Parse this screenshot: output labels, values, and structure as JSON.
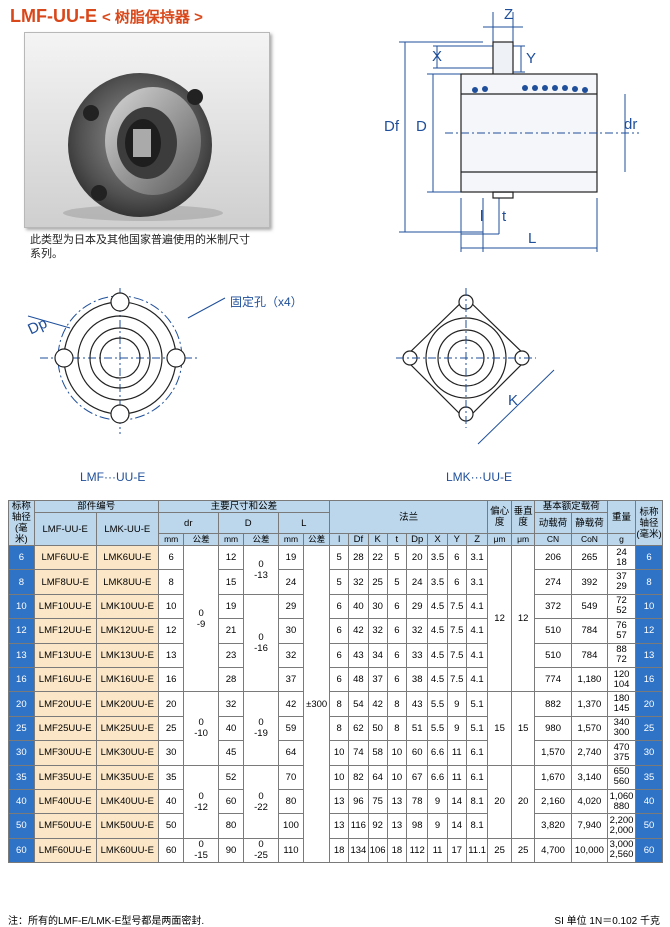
{
  "title": {
    "main": "LMF-UU-E",
    "sub": "< 树脂保持器 >"
  },
  "caption": "此类型为日本及其他国家普遍使用的米制尺寸系列。",
  "drawing": {
    "dims": {
      "z": "Z",
      "x": "X",
      "y": "Y",
      "df": "Df",
      "d": "D",
      "dr": "dr",
      "l": "l",
      "t": "t",
      "L": "L",
      "dp": "Dp",
      "k": "K"
    },
    "hole_label": "固定孔（x4）",
    "lmf_label": "LMF···UU-E",
    "lmk_label": "LMK···UU-E"
  },
  "table": {
    "headers": {
      "shaft": "标称轴径(毫米)",
      "part_no": "部件编号",
      "lmf": "LMF-UU-E",
      "lmk": "LMK-UU-E",
      "main_dims": "主要尺寸和公差",
      "dr": "dr",
      "D": "D",
      "L": "L",
      "tol": "公差",
      "um": "μm",
      "mm": "mm",
      "flange": "法兰",
      "l": "l",
      "Df": "Df",
      "K": "K",
      "t": "t",
      "Dp": "Dp",
      "X": "X",
      "Y": "Y",
      "Z": "Z",
      "ecc": "偏心度",
      "perp": "垂直度",
      "load": "基本额定载荷",
      "dyn": "动载荷",
      "cn": "CN",
      "stat": "静载荷",
      "con": "CoN",
      "weight": "重量",
      "g": "g",
      "shaft_r": "标称轴径(毫米)"
    },
    "rows": [
      {
        "shaft": "6",
        "lmf": "LMF6UU-E",
        "lmk": "LMK6UU-E",
        "dr": "6",
        "D": "12",
        "L": "19",
        "l": "5",
        "Df": "28",
        "K": "22",
        "t": "5",
        "Dp": "20",
        "X": "3.5",
        "Y": "6",
        "Z": "3.1",
        "cn": "206",
        "con": "265",
        "w1": "24",
        "w2": "18"
      },
      {
        "shaft": "8",
        "lmf": "LMF8UU-E",
        "lmk": "LMK8UU-E",
        "dr": "8",
        "D": "15",
        "L": "24",
        "l": "5",
        "Df": "32",
        "K": "25",
        "t": "5",
        "Dp": "24",
        "X": "3.5",
        "Y": "6",
        "Z": "3.1",
        "cn": "274",
        "con": "392",
        "w1": "37",
        "w2": "29"
      },
      {
        "shaft": "10",
        "lmf": "LMF10UU-E",
        "lmk": "LMK10UU-E",
        "dr": "10",
        "D": "19",
        "L": "29",
        "l": "6",
        "Df": "40",
        "K": "30",
        "t": "6",
        "Dp": "29",
        "X": "4.5",
        "Y": "7.5",
        "Z": "4.1",
        "cn": "372",
        "con": "549",
        "w1": "72",
        "w2": "52"
      },
      {
        "shaft": "12",
        "lmf": "LMF12UU-E",
        "lmk": "LMK12UU-E",
        "dr": "12",
        "D": "21",
        "L": "30",
        "l": "6",
        "Df": "42",
        "K": "32",
        "t": "6",
        "Dp": "32",
        "X": "4.5",
        "Y": "7.5",
        "Z": "4.1",
        "cn": "510",
        "con": "784",
        "w1": "76",
        "w2": "57"
      },
      {
        "shaft": "13",
        "lmf": "LMF13UU-E",
        "lmk": "LMK13UU-E",
        "dr": "13",
        "D": "23",
        "L": "32",
        "l": "6",
        "Df": "43",
        "K": "34",
        "t": "6",
        "Dp": "33",
        "X": "4.5",
        "Y": "7.5",
        "Z": "4.1",
        "cn": "510",
        "con": "784",
        "w1": "88",
        "w2": "72"
      },
      {
        "shaft": "16",
        "lmf": "LMF16UU-E",
        "lmk": "LMK16UU-E",
        "dr": "16",
        "D": "28",
        "L": "37",
        "l": "6",
        "Df": "48",
        "K": "37",
        "t": "6",
        "Dp": "38",
        "X": "4.5",
        "Y": "7.5",
        "Z": "4.1",
        "cn": "774",
        "con": "1,180",
        "w1": "120",
        "w2": "104"
      },
      {
        "shaft": "20",
        "lmf": "LMF20UU-E",
        "lmk": "LMK20UU-E",
        "dr": "20",
        "D": "32",
        "L": "42",
        "l": "8",
        "Df": "54",
        "K": "42",
        "t": "8",
        "Dp": "43",
        "X": "5.5",
        "Y": "9",
        "Z": "5.1",
        "cn": "882",
        "con": "1,370",
        "w1": "180",
        "w2": "145"
      },
      {
        "shaft": "25",
        "lmf": "LMF25UU-E",
        "lmk": "LMK25UU-E",
        "dr": "25",
        "D": "40",
        "L": "59",
        "l": "8",
        "Df": "62",
        "K": "50",
        "t": "8",
        "Dp": "51",
        "X": "5.5",
        "Y": "9",
        "Z": "5.1",
        "cn": "980",
        "con": "1,570",
        "w1": "340",
        "w2": "300"
      },
      {
        "shaft": "30",
        "lmf": "LMF30UU-E",
        "lmk": "LMK30UU-E",
        "dr": "30",
        "D": "45",
        "L": "64",
        "l": "10",
        "Df": "74",
        "K": "58",
        "t": "10",
        "Dp": "60",
        "X": "6.6",
        "Y": "11",
        "Z": "6.1",
        "cn": "1,570",
        "con": "2,740",
        "w1": "470",
        "w2": "375"
      },
      {
        "shaft": "35",
        "lmf": "LMF35UU-E",
        "lmk": "LMK35UU-E",
        "dr": "35",
        "D": "52",
        "L": "70",
        "l": "10",
        "Df": "82",
        "K": "64",
        "t": "10",
        "Dp": "67",
        "X": "6.6",
        "Y": "11",
        "Z": "6.1",
        "cn": "1,670",
        "con": "3,140",
        "w1": "650",
        "w2": "560"
      },
      {
        "shaft": "40",
        "lmf": "LMF40UU-E",
        "lmk": "LMK40UU-E",
        "dr": "40",
        "D": "60",
        "L": "80",
        "l": "13",
        "Df": "96",
        "K": "75",
        "t": "13",
        "Dp": "78",
        "X": "9",
        "Y": "14",
        "Z": "8.1",
        "cn": "2,160",
        "con": "4,020",
        "w1": "1,060",
        "w2": "880"
      },
      {
        "shaft": "50",
        "lmf": "LMF50UU-E",
        "lmk": "LMK50UU-E",
        "dr": "50",
        "D": "80",
        "L": "100",
        "l": "13",
        "Df": "116",
        "K": "92",
        "t": "13",
        "Dp": "98",
        "X": "9",
        "Y": "14",
        "Z": "8.1",
        "cn": "3,820",
        "con": "7,940",
        "w1": "2,200",
        "w2": "2,000"
      },
      {
        "shaft": "60",
        "lmf": "LMF60UU-E",
        "lmk": "LMK60UU-E",
        "dr": "60",
        "D": "90",
        "L": "110",
        "l": "18",
        "Df": "134",
        "K": "106",
        "t": "18",
        "Dp": "112",
        "X": "11",
        "Y": "17",
        "Z": "11.1",
        "cn": "4,700",
        "con": "10,000",
        "w1": "3,000",
        "w2": "2,560"
      }
    ],
    "groups": {
      "dr_tol_a1": "0",
      "dr_tol_a2": "-9",
      "dr_tol_b1": "0",
      "dr_tol_b2": "-10",
      "dr_tol_c1": "0",
      "dr_tol_c2": "-12",
      "dr_tol_d1": "0",
      "dr_tol_d2": "-15",
      "D_tol_a1": "0",
      "D_tol_a2": "-13",
      "D_tol_b1": "0",
      "D_tol_b2": "-16",
      "D_tol_c1": "0",
      "D_tol_c2": "-19",
      "D_tol_d1": "0",
      "D_tol_d2": "-22",
      "D_tol_e1": "0",
      "D_tol_e2": "-25",
      "L_tol": "±300",
      "ecc_1": "12",
      "ecc_2": "15",
      "ecc_3": "20",
      "ecc_4": "25",
      "perp_1": "12",
      "perp_2": "15",
      "perp_3": "20",
      "perp_4": "25"
    }
  },
  "footer": {
    "note": "注：所有的LMF-E/LMK-E型号都是两面密封.",
    "si": "SI 单位 1N＝0.102 千克"
  }
}
